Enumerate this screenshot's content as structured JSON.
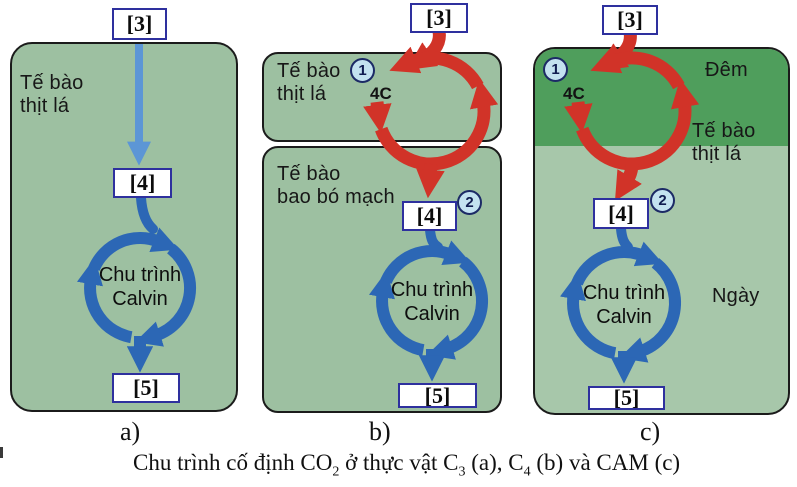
{
  "colors": {
    "panel_green": "#9dc0a1",
    "panel_c_green": "#a7c7aa",
    "night_green": "#4f9e5c",
    "red_cycle": "#d13328",
    "blue_cycle": "#2c67b5",
    "light_blue_arrow": "#5c96d6",
    "label_box_border": "#2e309e",
    "step_circle_fill": "#c3e2f0",
    "step_circle_border": "#1c2a66"
  },
  "panel_a": {
    "letter": "a)",
    "co2": "[3]",
    "acid": "[4]",
    "product": "[5]",
    "cell_line1": "Tế bào",
    "cell_line2": "thịt lá",
    "cycle_line1": "Chu trình",
    "cycle_line2": "Calvin"
  },
  "panel_b": {
    "letter": "b)",
    "co2": "[3]",
    "acid": "[4]",
    "product": "[5]",
    "step1": "1",
    "step2": "2",
    "c4": "4C",
    "mesophyll_line1": "Tế bào",
    "mesophyll_line2": "thịt lá",
    "bundle_line1": "Tế bào",
    "bundle_line2": "bao bó mạch",
    "cycle_line1": "Chu trình",
    "cycle_line2": "Calvin"
  },
  "panel_c": {
    "letter": "c)",
    "co2": "[3]",
    "acid": "[4]",
    "product": "[5]",
    "step1": "1",
    "step2": "2",
    "c4": "4C",
    "night": "Đêm",
    "day": "Ngày",
    "cell_line1": "Tế bào",
    "cell_line2": "thịt lá",
    "cycle_line1": "Chu trình",
    "cycle_line2": "Calvin"
  },
  "caption": {
    "part1": "Chu trình cố định CO",
    "sub1": "2",
    "part2": " ở thực vật C",
    "sub2": "3",
    "part3": " (a), C",
    "sub3": "4",
    "part4": " (b) và CAM (c)"
  }
}
